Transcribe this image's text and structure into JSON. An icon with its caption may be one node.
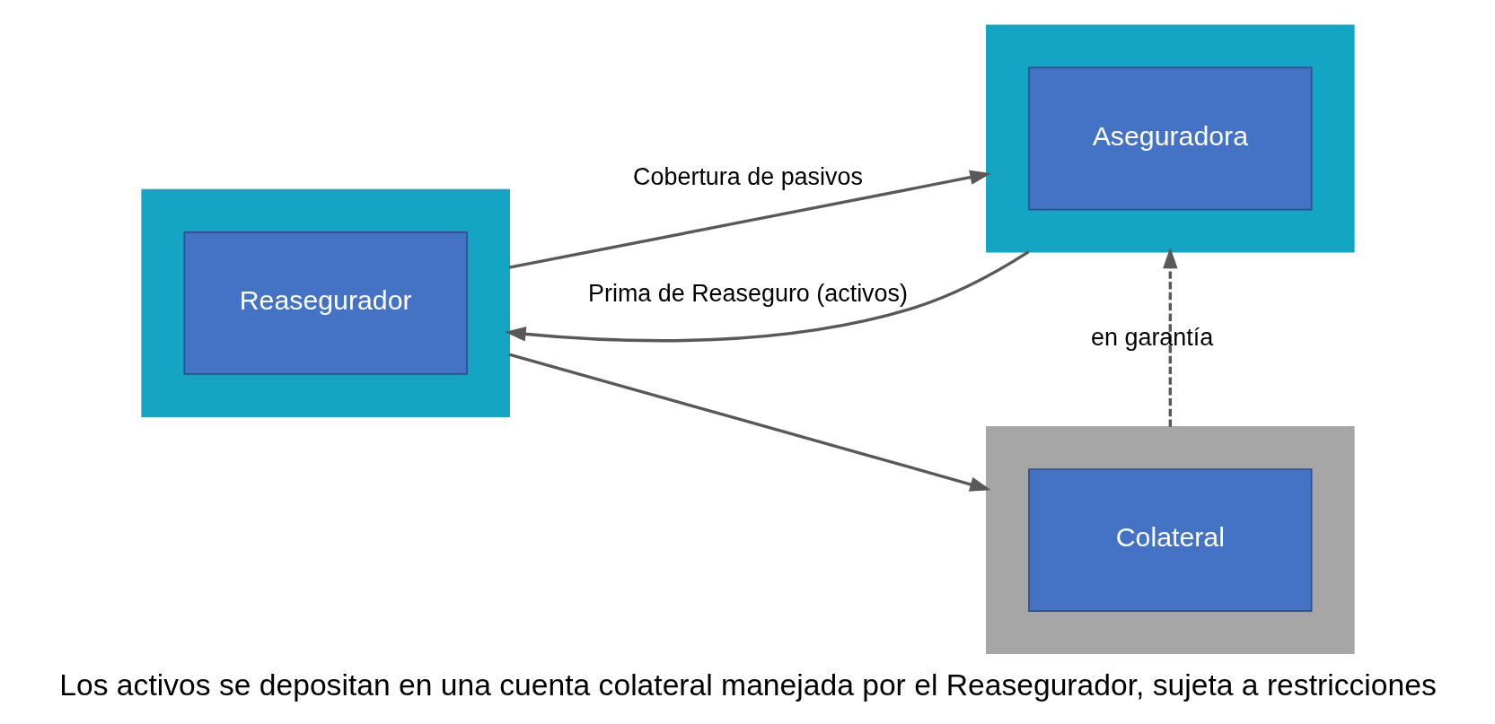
{
  "diagram": {
    "caption": "Los activos se depositan en una cuenta colateral manejada por el Reasegurador, sujeta a restricciones",
    "nodes": [
      {
        "text": [],
        "shape": "box"
      },
      {
        "text": [
          "Reasegurador"
        ],
        "in": 0
      },
      {
        "text": [],
        "shape": "box"
      },
      {
        "text": [
          "Aseguradora"
        ],
        "in": 2
      },
      {
        "text": [],
        "shape": "box"
      },
      {
        "text": [
          "Colateral"
        ],
        "in": 4
      }
    ],
    "edges": [
      {
        "from": 0,
        "to": 2,
        "arrow": "to",
        "label": "Cobertura de pasivos"
      },
      {
        "from": 2,
        "to": 0,
        "arrow": "to",
        "label": "Prima de Reaseguro (activos)"
      },
      {
        "from": 0,
        "to": 4,
        "arrow": "to"
      },
      {
        "from": 4,
        "to": 2,
        "arrow": "to",
        "label": "en garantía",
        "style": "dashed"
      }
    ]
  }
}
